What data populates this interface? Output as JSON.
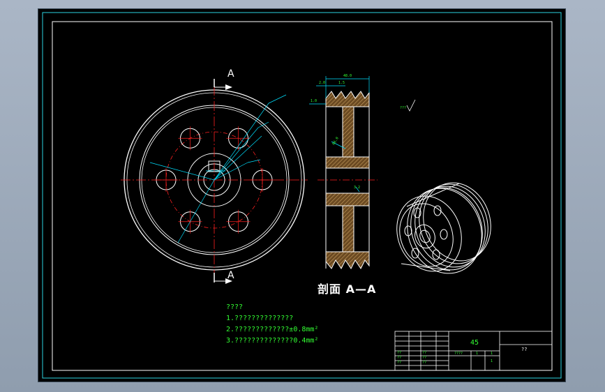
{
  "section_label": "剖面 A—A",
  "section_mark": "A",
  "notes": {
    "title": "????",
    "items": [
      "1.??????????????",
      "2.?????????????±0.8mm²",
      "3.??????????????0.4mm²"
    ]
  },
  "title_block": {
    "material": "45",
    "drawing_name": "??",
    "scale_label": "????",
    "sheet_a": "1",
    "sheet_b": "1",
    "qty": "1",
    "cells": [
      "??",
      "??",
      "??",
      "??",
      "??",
      "??"
    ]
  },
  "colors": {
    "outline": "#ffffff",
    "centerline": "#ff2020",
    "dimension": "#00e0ff",
    "text": "#33ff33",
    "hatch": "#c8a060",
    "frame": "#2bd4e0"
  }
}
